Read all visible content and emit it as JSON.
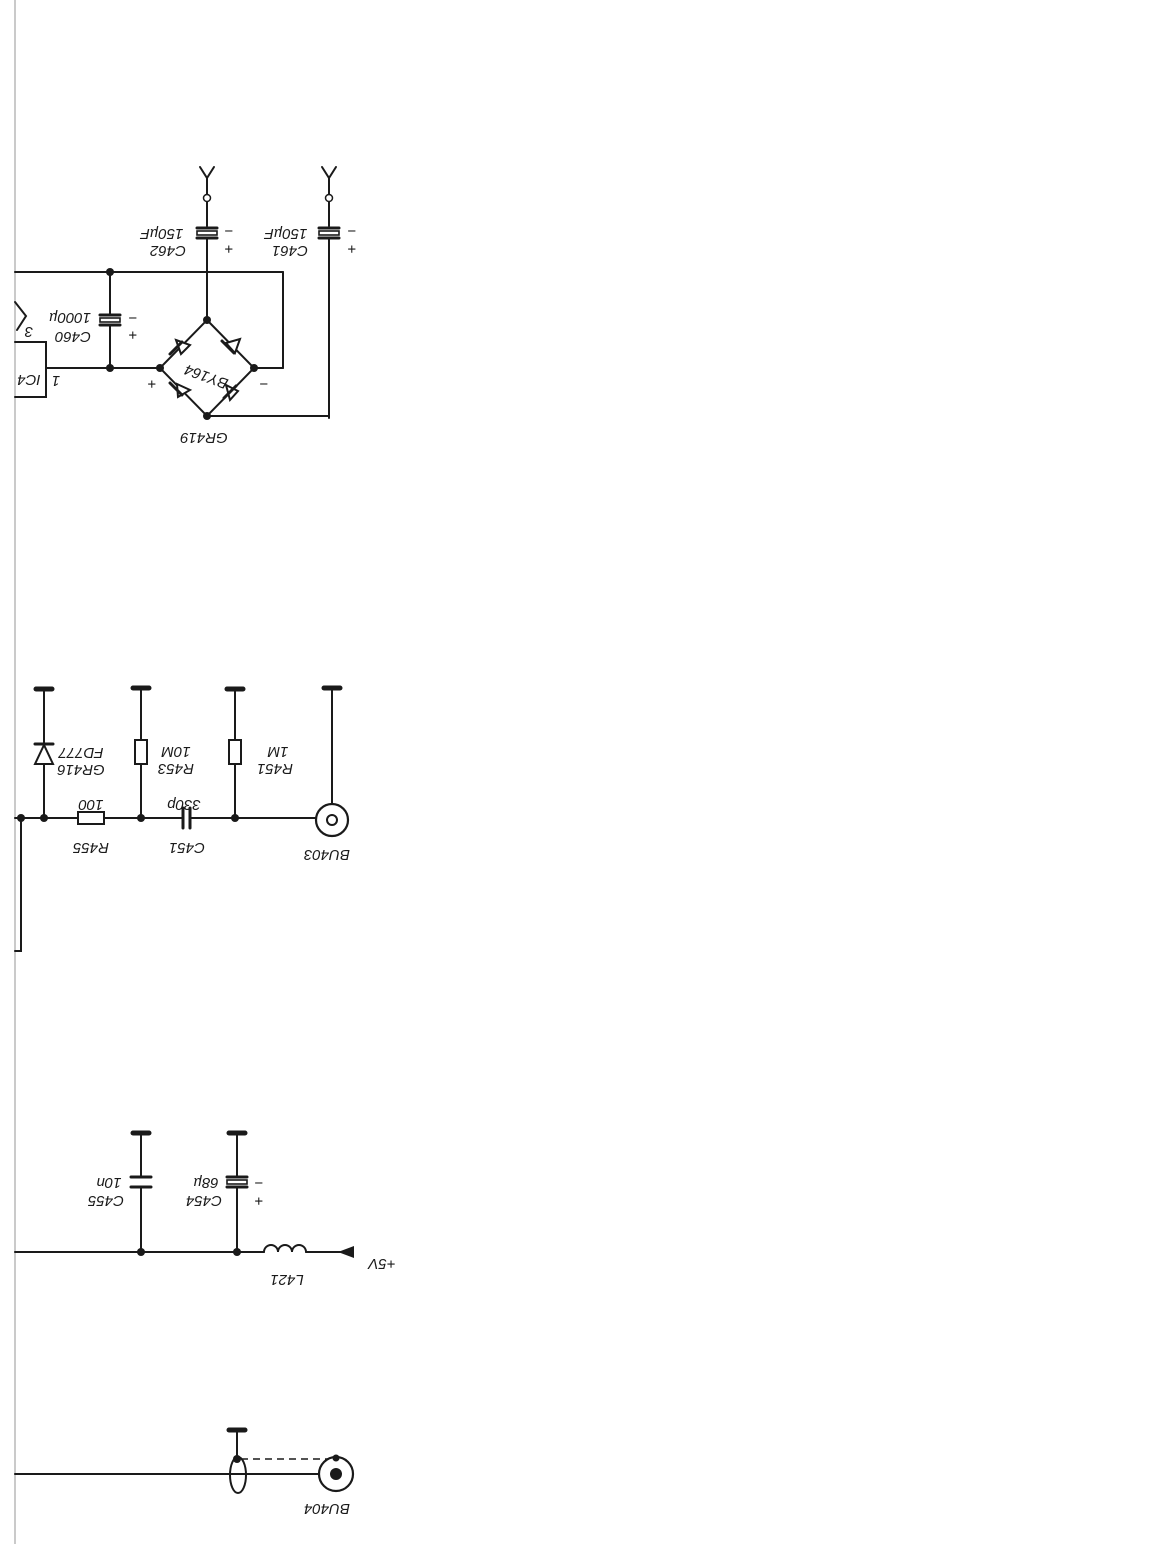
{
  "diagram": {
    "bridge_supply": {
      "c462": {
        "ref": "C462",
        "value": "150µF",
        "plus": "+",
        "minus": "−"
      },
      "c461": {
        "ref": "C461",
        "value": "150µF",
        "plus": "+",
        "minus": "−"
      },
      "c460": {
        "ref": "C460",
        "value": "1000µ",
        "plus": "+",
        "minus": "−"
      },
      "rectifier": {
        "ref": "GR419",
        "type": "BY164",
        "plus": "+",
        "minus": "−"
      },
      "ic": {
        "ref": "IC4",
        "pin1": "1",
        "pin3": "3"
      }
    },
    "video_input": {
      "gr416": {
        "ref": "GR416",
        "type": "FD777"
      },
      "r453": {
        "ref": "R453",
        "value": "10M"
      },
      "r451": {
        "ref": "R451",
        "value": "1M"
      },
      "r455": {
        "ref": "R455",
        "value": "100"
      },
      "c451": {
        "ref": "C451",
        "value": "330p"
      },
      "jack": {
        "ref": "BU403"
      }
    },
    "supply_5v": {
      "c455": {
        "ref": "C455",
        "value": "10n"
      },
      "c454": {
        "ref": "C454",
        "value": "68µ",
        "plus": "+",
        "minus": "−"
      },
      "l421": {
        "ref": "L421"
      },
      "rail": "+5V"
    },
    "output": {
      "jack": {
        "ref": "BU404"
      }
    }
  }
}
